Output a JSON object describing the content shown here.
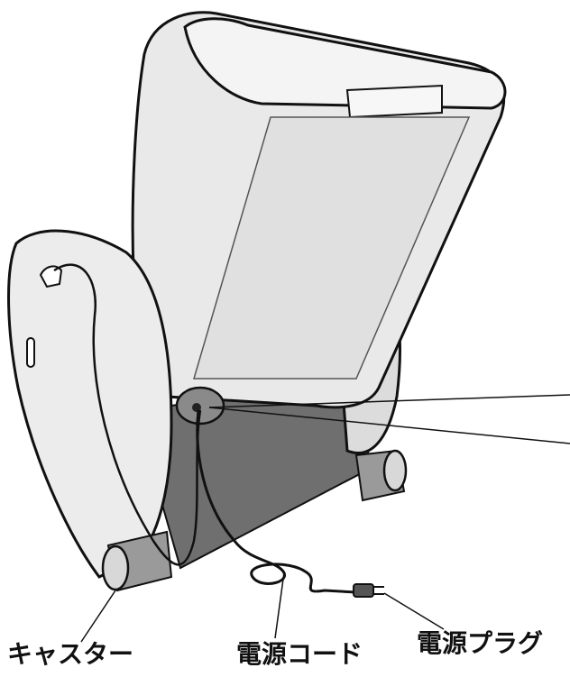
{
  "labels": {
    "caster": "キャスター",
    "power_cord": "電源コード",
    "power_plug": "電源プラグ"
  },
  "colors": {
    "outline": "#111111",
    "chair_fill": "#e9e9e9",
    "shadow_fill": "#cfcfcf",
    "base_fill": "#6f6f6f",
    "caster_fill": "#9a9a9a"
  }
}
